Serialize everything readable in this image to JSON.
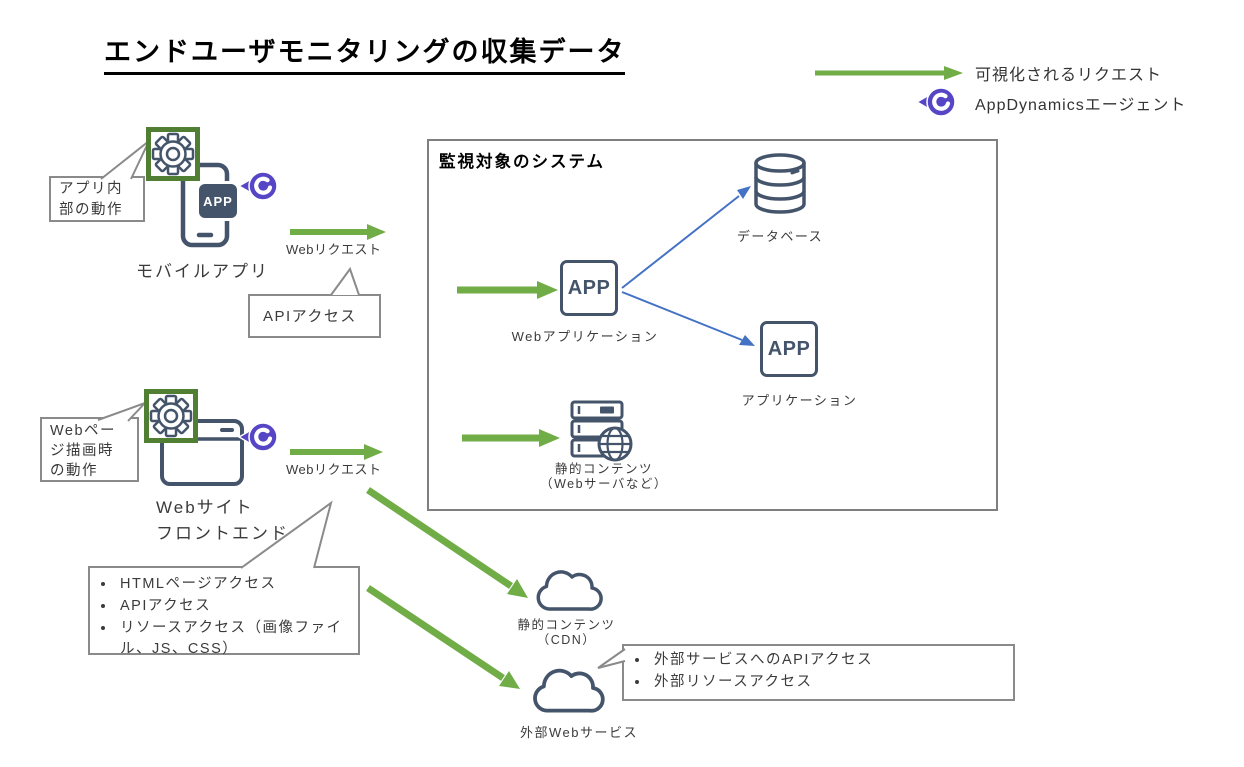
{
  "colors": {
    "green_arrow": "#70AD47",
    "gear_border_green": "#507E32",
    "icon_navy": "#44546A",
    "blue_arrow": "#4472C4",
    "agent_purple": "#5646C6",
    "border_gray": "#8a8a8a"
  },
  "title": "エンドユーザモニタリングの収集データ",
  "legend": {
    "request_label": "可視化されるリクエスト",
    "agent_label": "AppDynamicsエージェント"
  },
  "mobile": {
    "label": "モバイルアプリ",
    "app_badge": "APP",
    "callout_lines": [
      "アプリ内",
      "部の動作"
    ],
    "request_label": "Webリクエスト",
    "api_callout": "APIアクセス"
  },
  "web": {
    "label_lines": [
      "Webサイト",
      "フロントエンド"
    ],
    "callout_lines": [
      "Webペー",
      "ジ描画時",
      "の動作"
    ],
    "request_label": "Webリクエスト",
    "bullets": [
      "HTMLページアクセス",
      "APIアクセス",
      "リソースアクセス（画像ファイル、JS、CSS）"
    ]
  },
  "system_box": {
    "title": "監視対象のシステム",
    "web_app": {
      "box_text": "APP",
      "label": "Webアプリケーション"
    },
    "database": {
      "label": "データベース"
    },
    "application": {
      "box_text": "APP",
      "label": "アプリケーション"
    },
    "static_server": {
      "label_lines": [
        "静的コンテンツ",
        "（Webサーバなど）"
      ]
    }
  },
  "external": {
    "cdn": {
      "label_lines": [
        "静的コンテンツ",
        "（CDN）"
      ]
    },
    "web_service": {
      "label": "外部Webサービス"
    },
    "bullets": [
      "外部サービスへのAPIアクセス",
      "外部リソースアクセス"
    ]
  }
}
